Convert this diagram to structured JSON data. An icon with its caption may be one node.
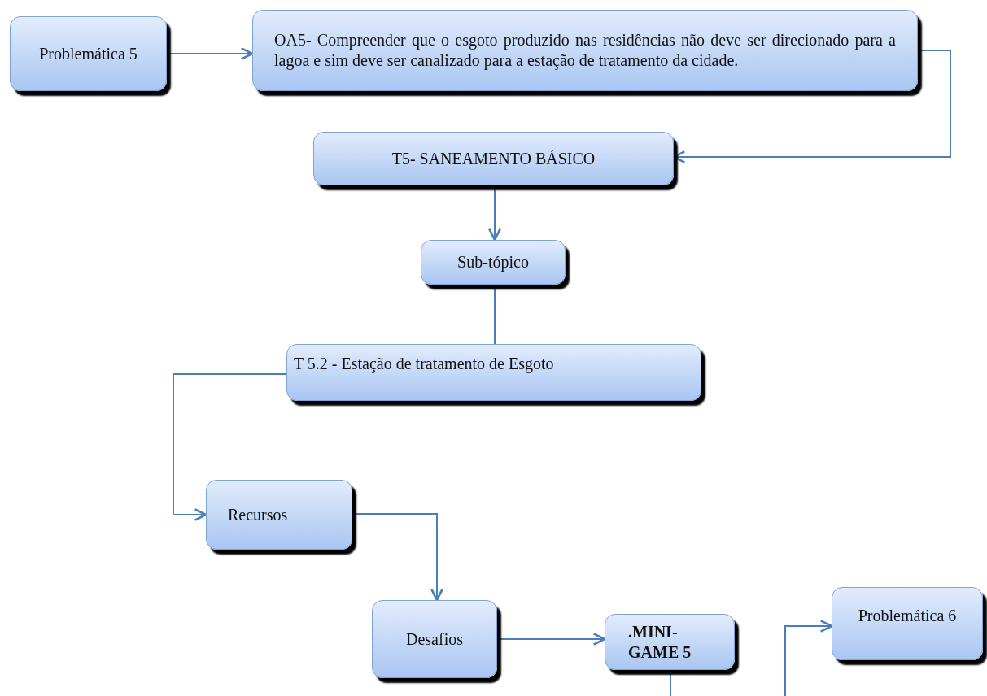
{
  "diagram": {
    "nodes": [
      {
        "text": [
          "Problemática 5"
        ]
      },
      {
        "text": [
          "OA5- Compreender que o esgoto produzido nas residências não deve ser direcionado para a lagoa e sim deve ser canalizado para a estação de tratamento da cidade."
        ]
      },
      {
        "text": [
          "T5- SANEAMENTO  BÁSICO"
        ]
      },
      {
        "text": [
          "Sub-tópico"
        ]
      },
      {
        "text": [
          "T 5.2 - Estação de tratamento de Esgoto"
        ]
      },
      {
        "text": [
          "Recursos"
        ]
      },
      {
        "text": [
          "Desafios"
        ]
      },
      {
        "text": [
          ".MINI- GAME 5"
        ]
      },
      {
        "text": [
          "Problemática 6"
        ]
      }
    ],
    "edges": [
      {
        "from": 0,
        "to": 1,
        "arrow": "to"
      },
      {
        "from": 1,
        "to": 2,
        "arrow": "to"
      },
      {
        "from": 2,
        "to": 3,
        "arrow": "to"
      },
      {
        "from": 3,
        "to": 4,
        "arrow": "none"
      },
      {
        "from": 4,
        "to": 5,
        "arrow": "to"
      },
      {
        "from": 5,
        "to": 6,
        "arrow": "to"
      },
      {
        "from": 6,
        "to": 7,
        "arrow": "to"
      },
      {
        "from": 7,
        "to": null,
        "arrow": "none"
      },
      {
        "from": null,
        "to": 8,
        "arrow": "to"
      }
    ]
  }
}
